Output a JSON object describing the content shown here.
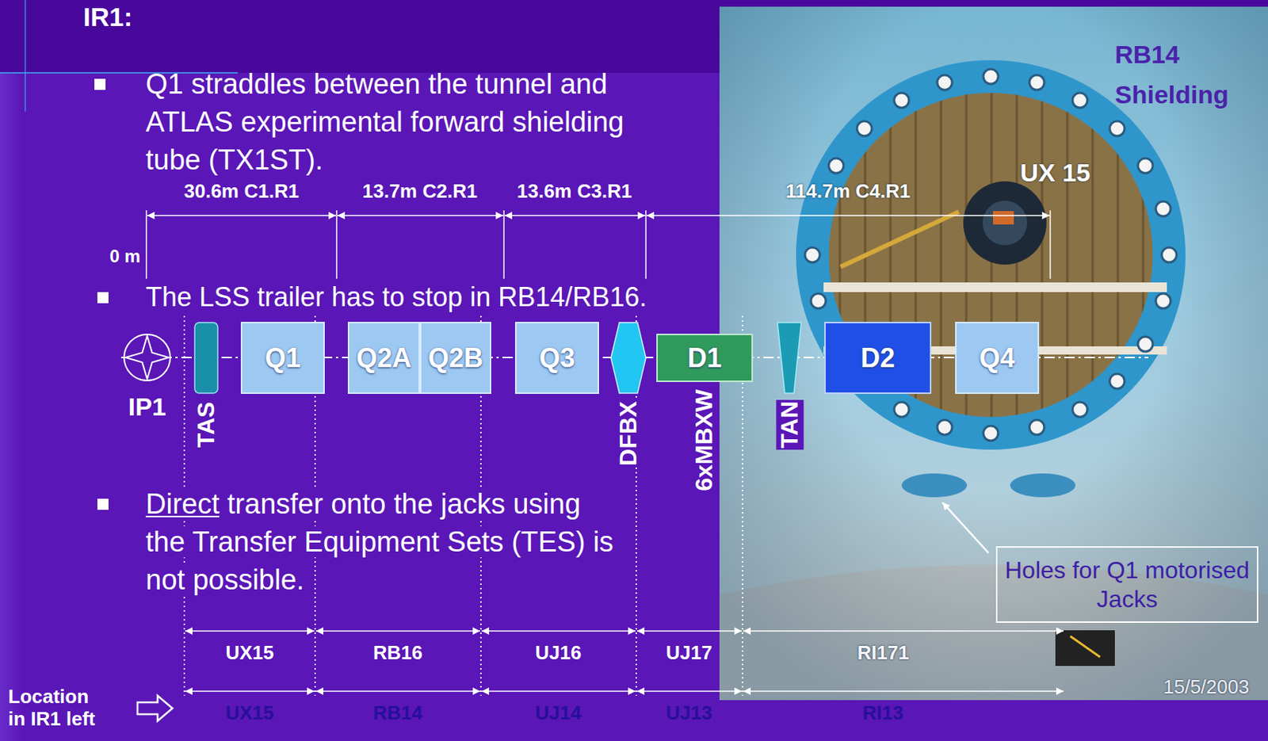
{
  "diagram": {
    "title": "IR1:",
    "nodes": [
      {
        "text": [
          "IP1"
        ]
      },
      {
        "text": [
          "TAS"
        ]
      },
      {
        "text": [
          "Q1"
        ]
      },
      {
        "text": [
          "Q2A"
        ]
      },
      {
        "text": [
          "Q2B"
        ]
      },
      {
        "text": [
          "Q3"
        ]
      },
      {
        "text": [
          "DFBX"
        ]
      },
      {
        "text": [
          "D1"
        ]
      },
      {
        "text": [
          "TAN"
        ]
      },
      {
        "text": [
          "D2"
        ]
      },
      {
        "text": [
          "Q4"
        ]
      },
      {
        "text": [
          "Holes for Q1 motorised Jacks"
        ]
      }
    ],
    "labels": [
      "Q1 straddles between the tunnel and ATLAS experimental forward shielding tube (TX1ST).",
      "The LSS trailer has to stop in RB14/RB16.",
      "Direct transfer onto the jacks using the Transfer Equipment Sets (TES) is not possible.",
      "0 m",
      "30.6m C1.R1",
      "13.7m C2.R1",
      "13.6m C3.R1",
      "114.7m C4.R1",
      "6xMBXW",
      "UX15",
      "RB16",
      "UJ16",
      "UJ17",
      "RI171",
      "UX15",
      "RB14",
      "UJ14",
      "UJ13",
      "RI13",
      "Location in IR1 left",
      "RB14 Shielding",
      "UX 15",
      "15/5/2003"
    ]
  }
}
